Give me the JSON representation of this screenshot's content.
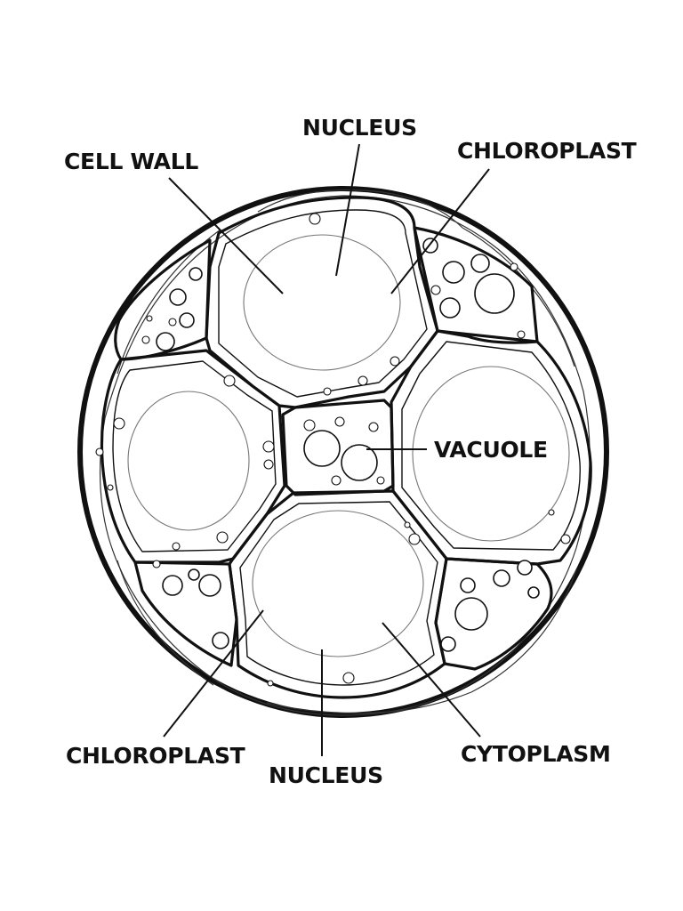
{
  "diagram": {
    "labels": {
      "cell_wall": "CELL WALL",
      "nucleus_top": "NUCLEUS",
      "chloroplast_top": "CHLOROPLAST",
      "vacuole": "VACUOLE",
      "chloroplast_bottom": "CHLOROPLAST",
      "nucleus_bottom": "NUCLEUS",
      "cytoplasm": "CYTOPLASM"
    }
  }
}
